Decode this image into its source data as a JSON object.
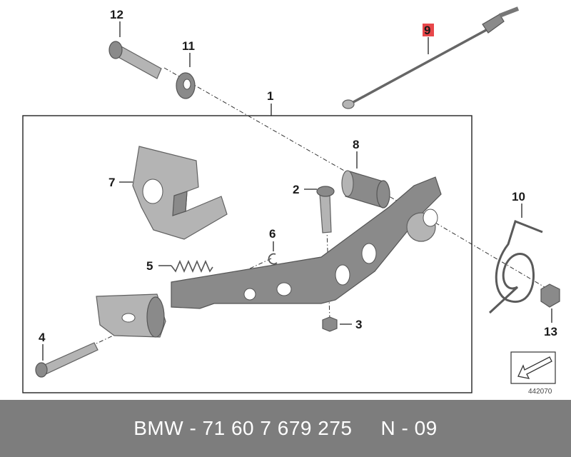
{
  "callouts": {
    "c1": "1",
    "c2": "2",
    "c3": "3",
    "c4": "4",
    "c5": "5",
    "c6": "6",
    "c7": "7",
    "c8": "8",
    "c9": "9",
    "c10": "10",
    "c11": "11",
    "c12": "12",
    "c13": "13"
  },
  "highlight_color": "#e8474a",
  "diagram_id": "442070",
  "footer": {
    "part_number": "BMW - 71 60 7 679 275",
    "page_ref": "N - 09"
  }
}
